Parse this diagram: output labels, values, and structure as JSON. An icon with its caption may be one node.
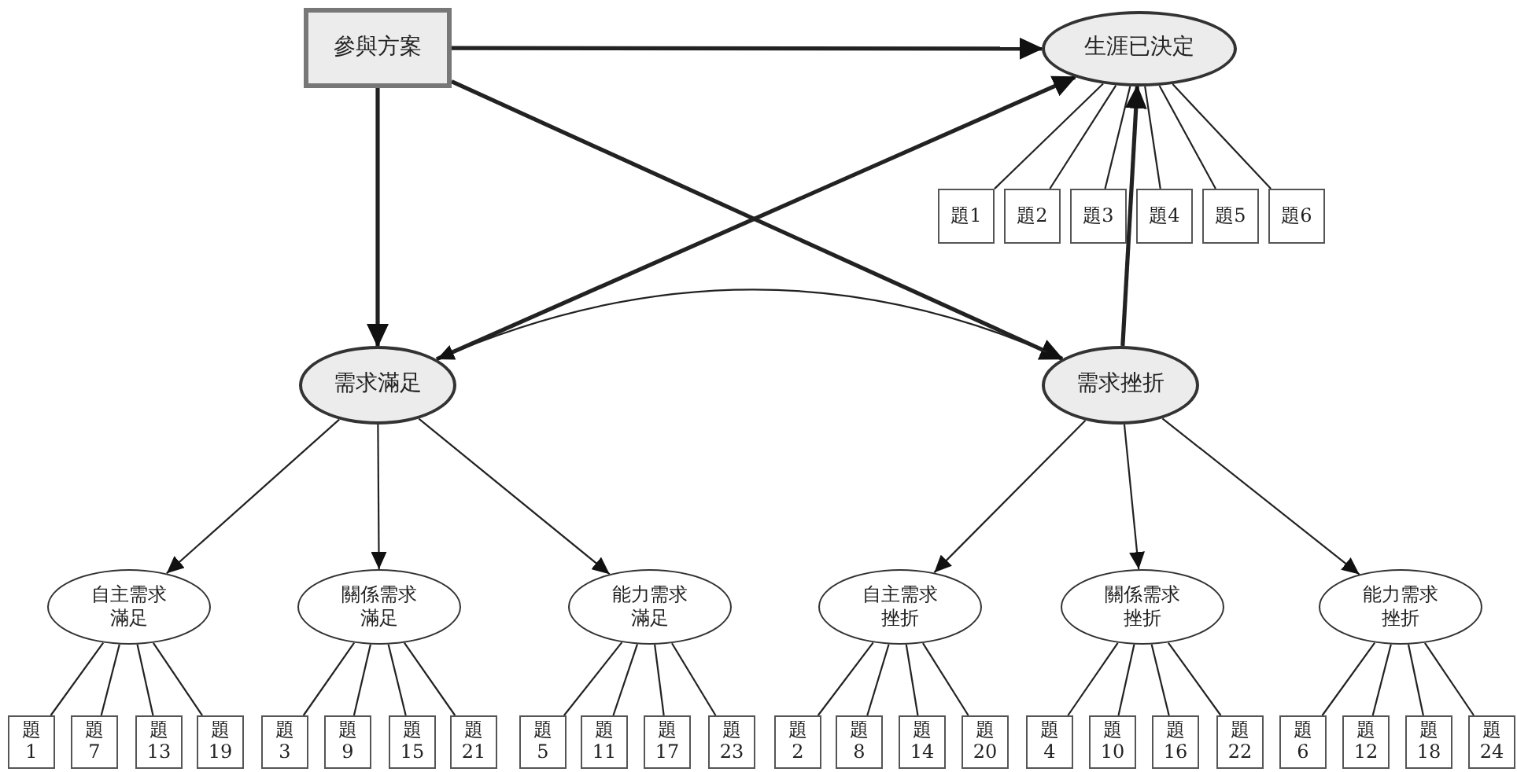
{
  "diagram": {
    "nodes": [
      {
        "text": [
          "參與方案"
        ]
      },
      {
        "text": [
          "生涯已決定"
        ]
      },
      {
        "text": [
          "題1"
        ]
      },
      {
        "text": [
          "題2"
        ]
      },
      {
        "text": [
          "題3"
        ]
      },
      {
        "text": [
          "題4"
        ]
      },
      {
        "text": [
          "題5"
        ]
      },
      {
        "text": [
          "題6"
        ]
      },
      {
        "text": [
          "需求滿足"
        ]
      },
      {
        "text": [
          "需求挫折"
        ]
      },
      {
        "text": [
          "自主需求滿足"
        ]
      },
      {
        "text": [
          "關係需求滿足"
        ]
      },
      {
        "text": [
          "能力需求滿足"
        ]
      },
      {
        "text": [
          "自主需求挫折"
        ]
      },
      {
        "text": [
          "關係需求挫折"
        ]
      },
      {
        "text": [
          "能力需求挫折"
        ]
      },
      {
        "text": [
          "題1"
        ]
      },
      {
        "text": [
          "題7"
        ]
      },
      {
        "text": [
          "題13"
        ]
      },
      {
        "text": [
          "題19"
        ]
      },
      {
        "text": [
          "題3"
        ]
      },
      {
        "text": [
          "題9"
        ]
      },
      {
        "text": [
          "題15"
        ]
      },
      {
        "text": [
          "題21"
        ]
      },
      {
        "text": [
          "題5"
        ]
      },
      {
        "text": [
          "題11"
        ]
      },
      {
        "text": [
          "題17"
        ]
      },
      {
        "text": [
          "題23"
        ]
      },
      {
        "text": [
          "題2"
        ]
      },
      {
        "text": [
          "題8"
        ]
      },
      {
        "text": [
          "題14"
        ]
      },
      {
        "text": [
          "題20"
        ]
      },
      {
        "text": [
          "題4"
        ]
      },
      {
        "text": [
          "題10"
        ]
      },
      {
        "text": [
          "題16"
        ]
      },
      {
        "text": [
          "題22"
        ]
      },
      {
        "text": [
          "題6"
        ]
      },
      {
        "text": [
          "題12"
        ]
      },
      {
        "text": [
          "題18"
        ]
      },
      {
        "text": [
          "題24"
        ]
      }
    ],
    "edges": [
      {
        "from": 0,
        "to": 1,
        "arrow": "to",
        "style": "thick"
      },
      {
        "from": 0,
        "to": 8,
        "arrow": "to",
        "style": "thick"
      },
      {
        "from": 0,
        "to": 9,
        "arrow": "to",
        "style": "thick"
      },
      {
        "from": 8,
        "to": 1,
        "arrow": "to",
        "style": "thick"
      },
      {
        "from": 9,
        "to": 1,
        "arrow": "to",
        "style": "thick"
      },
      {
        "from": 8,
        "to": 9,
        "arrow": "both"
      },
      {
        "from": 1,
        "to": 2,
        "arrow": "none"
      },
      {
        "from": 1,
        "to": 3,
        "arrow": "none"
      },
      {
        "from": 1,
        "to": 4,
        "arrow": "none"
      },
      {
        "from": 1,
        "to": 5,
        "arrow": "none"
      },
      {
        "from": 1,
        "to": 6,
        "arrow": "none"
      },
      {
        "from": 1,
        "to": 7,
        "arrow": "none"
      },
      {
        "from": 8,
        "to": 10,
        "arrow": "to"
      },
      {
        "from": 8,
        "to": 11,
        "arrow": "to"
      },
      {
        "from": 8,
        "to": 12,
        "arrow": "to"
      },
      {
        "from": 9,
        "to": 13,
        "arrow": "to"
      },
      {
        "from": 9,
        "to": 14,
        "arrow": "to"
      },
      {
        "from": 9,
        "to": 15,
        "arrow": "to"
      },
      {
        "from": 10,
        "to": 16,
        "arrow": "none"
      },
      {
        "from": 10,
        "to": 17,
        "arrow": "none"
      },
      {
        "from": 10,
        "to": 18,
        "arrow": "none"
      },
      {
        "from": 10,
        "to": 19,
        "arrow": "none"
      },
      {
        "from": 11,
        "to": 20,
        "arrow": "none"
      },
      {
        "from": 11,
        "to": 21,
        "arrow": "none"
      },
      {
        "from": 11,
        "to": 22,
        "arrow": "none"
      },
      {
        "from": 11,
        "to": 23,
        "arrow": "none"
      },
      {
        "from": 12,
        "to": 24,
        "arrow": "none"
      },
      {
        "from": 12,
        "to": 25,
        "arrow": "none"
      },
      {
        "from": 12,
        "to": 26,
        "arrow": "none"
      },
      {
        "from": 12,
        "to": 27,
        "arrow": "none"
      },
      {
        "from": 13,
        "to": 28,
        "arrow": "none"
      },
      {
        "from": 13,
        "to": 29,
        "arrow": "none"
      },
      {
        "from": 13,
        "to": 30,
        "arrow": "none"
      },
      {
        "from": 13,
        "to": 31,
        "arrow": "none"
      },
      {
        "from": 14,
        "to": 32,
        "arrow": "none"
      },
      {
        "from": 14,
        "to": 33,
        "arrow": "none"
      },
      {
        "from": 14,
        "to": 34,
        "arrow": "none"
      },
      {
        "from": 14,
        "to": 35,
        "arrow": "none"
      },
      {
        "from": 15,
        "to": 36,
        "arrow": "none"
      },
      {
        "from": 15,
        "to": 37,
        "arrow": "none"
      },
      {
        "from": 15,
        "to": 38,
        "arrow": "none"
      },
      {
        "from": 15,
        "to": 39,
        "arrow": "none"
      }
    ]
  }
}
